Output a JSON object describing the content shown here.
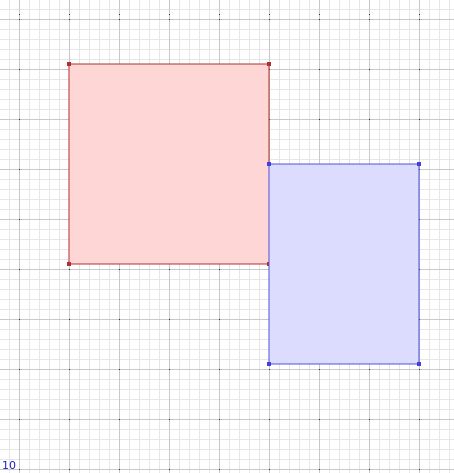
{
  "canvas": {
    "background": "#ffffff",
    "minor_grid_color": "#e6e6e6",
    "major_grid_color": "#c8c8c8",
    "dot_color": "#333333"
  },
  "shapes": [
    {
      "name": "red-square",
      "fill": "#ffd6d6",
      "stroke": "#b03030",
      "vertex_color": "#b03030"
    },
    {
      "name": "blue-square",
      "fill": "#dcdcff",
      "stroke": "#5050d8",
      "vertex_color": "#4040e0"
    }
  ],
  "corner_label": {
    "text": "10",
    "color": "#2020c0"
  }
}
